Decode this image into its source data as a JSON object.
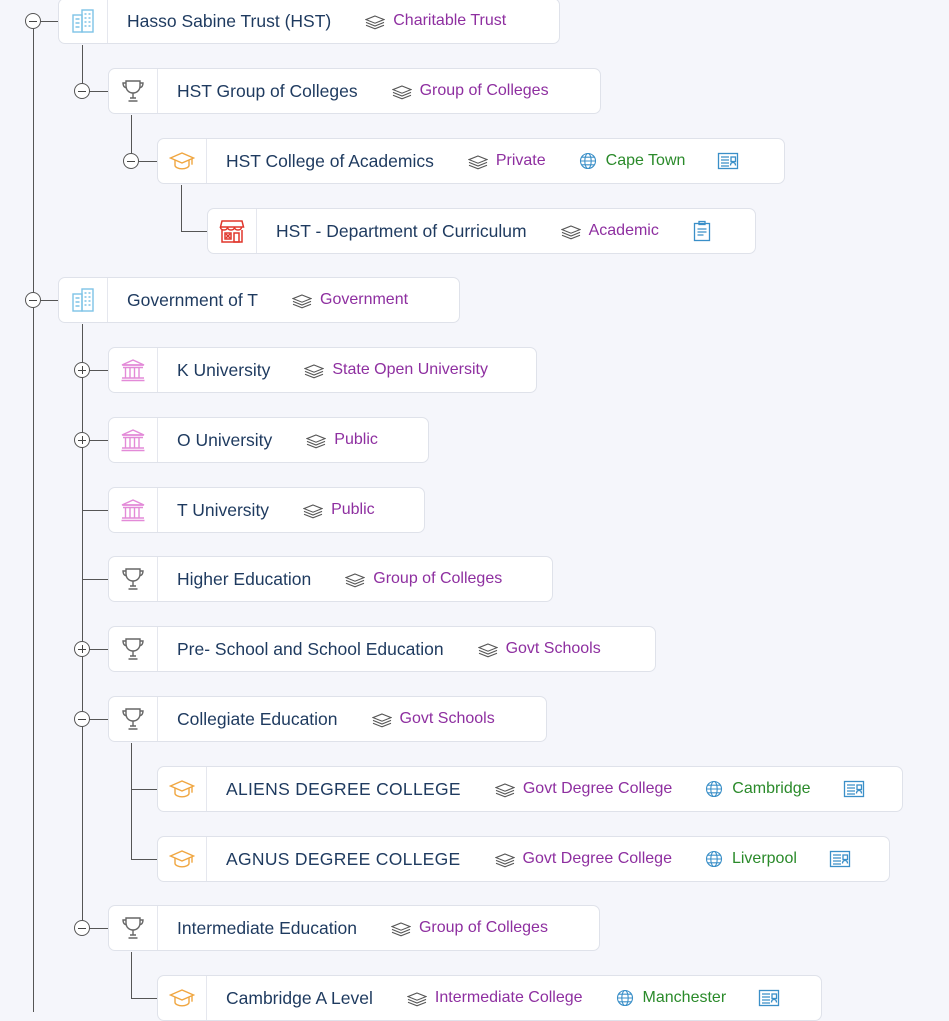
{
  "colors": {
    "name": "#1e3a5f",
    "type_tag": "#8e2fa0",
    "city_tag": "#2a8a2a",
    "trust_icon": "#7ec3e6",
    "group_icon": "#666666",
    "college_icon": "#f0a640",
    "department_icon": "#e0362c",
    "university_icon": "#e38ad8",
    "doc_icon": "#3a8fc8"
  },
  "nodes": [
    {
      "id": "hst",
      "name": "Hasso Sabine Trust (HST)",
      "icon": "building-icon",
      "type": "Charitable Trust",
      "toggle": "minus"
    },
    {
      "id": "hst-group",
      "name": "HST Group of Colleges",
      "icon": "trophy-icon",
      "type": "Group of Colleges",
      "toggle": "minus"
    },
    {
      "id": "hst-college",
      "name": "HST College of Academics",
      "icon": "graduation-cap-icon",
      "type": "Private",
      "city": "Cape Town",
      "doc": "id-card-icon",
      "toggle": "minus"
    },
    {
      "id": "hst-dept",
      "name": "HST - Department of Curriculum",
      "icon": "store-icon",
      "type": "Academic",
      "doc": "clipboard-icon"
    },
    {
      "id": "gov-t",
      "name": "Government of T",
      "icon": "building-icon",
      "type": "Government",
      "toggle": "minus"
    },
    {
      "id": "k-univ",
      "name": "K University",
      "icon": "university-icon",
      "type": "State Open University",
      "toggle": "plus"
    },
    {
      "id": "o-univ",
      "name": "O University",
      "icon": "university-icon",
      "type": "Public",
      "toggle": "plus"
    },
    {
      "id": "t-univ",
      "name": "T University",
      "icon": "university-icon",
      "type": "Public"
    },
    {
      "id": "higher-ed",
      "name": "Higher Education",
      "icon": "trophy-icon",
      "type": "Group of Colleges"
    },
    {
      "id": "pre-school",
      "name": "Pre- School and School Education",
      "icon": "trophy-icon",
      "type": "Govt Schools",
      "toggle": "plus"
    },
    {
      "id": "collegiate",
      "name": "Collegiate Education",
      "icon": "trophy-icon",
      "type": "Govt Schools",
      "toggle": "minus"
    },
    {
      "id": "aliens",
      "name": "ALIENS DEGREE COLLEGE",
      "icon": "graduation-cap-icon",
      "type": "Govt Degree College",
      "city": "Cambridge",
      "doc": "id-card-icon"
    },
    {
      "id": "agnus",
      "name": "AGNUS DEGREE COLLEGE",
      "icon": "graduation-cap-icon",
      "type": "Govt Degree College",
      "city": "Liverpool",
      "doc": "id-card-icon"
    },
    {
      "id": "intermediate",
      "name": "Intermediate Education",
      "icon": "trophy-icon",
      "type": "Group of Colleges",
      "toggle": "minus"
    },
    {
      "id": "cambridge-a",
      "name": "Cambridge A Level",
      "icon": "graduation-cap-icon",
      "type": "Intermediate College",
      "city": "Manchester",
      "doc": "id-card-icon"
    }
  ]
}
